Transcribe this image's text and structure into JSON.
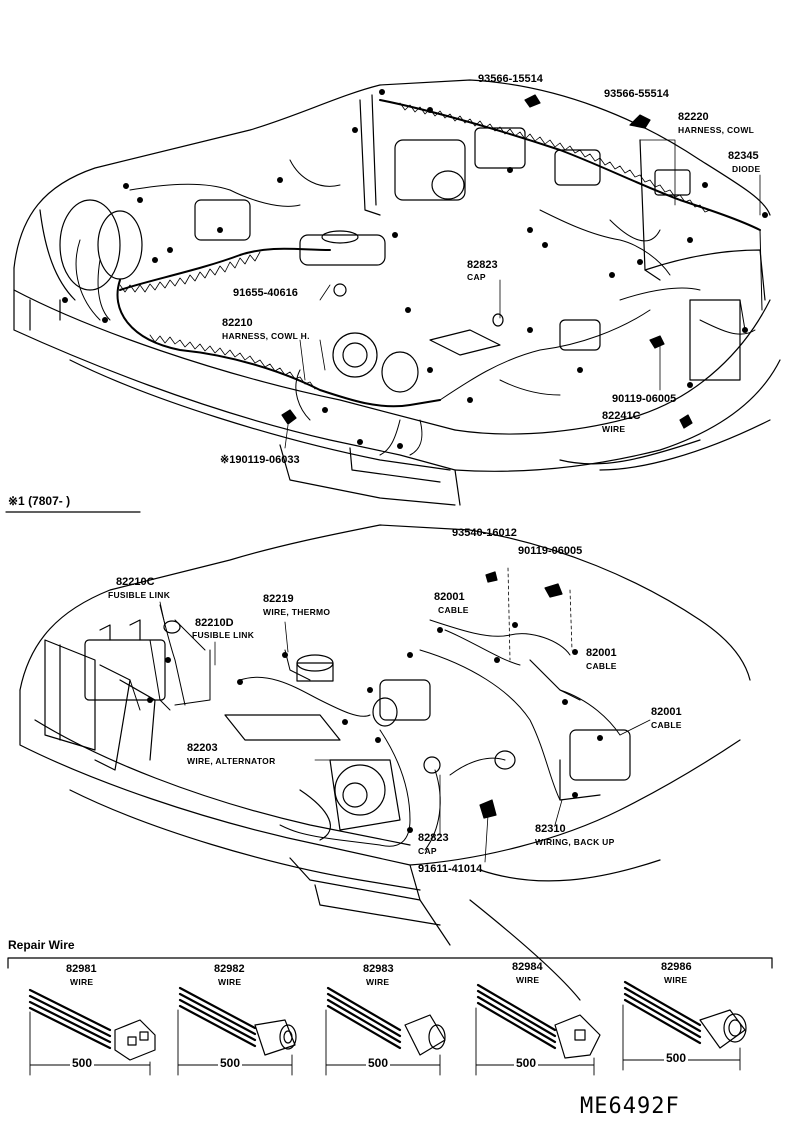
{
  "diagram_code": "ME6492F",
  "top_labels": [
    {
      "id": "p93566a",
      "num": "93566-15514",
      "sub": ""
    },
    {
      "id": "p93566b",
      "num": "93566-55514",
      "sub": ""
    },
    {
      "id": "p82220",
      "num": "82220",
      "sub": "HARNESS, COWL"
    },
    {
      "id": "p82345",
      "num": "82345",
      "sub": "DIODE"
    },
    {
      "id": "p82823a",
      "num": "82823",
      "sub": "CAP"
    },
    {
      "id": "p91655",
      "num": "91655-40616",
      "sub": ""
    },
    {
      "id": "p82210",
      "num": "82210",
      "sub": "HARNESS, COWL H."
    },
    {
      "id": "p90119a",
      "num": "90119-06005",
      "sub": ""
    },
    {
      "id": "p82241c",
      "num": "82241C",
      "sub": "WIRE"
    },
    {
      "id": "p90119b",
      "num": "※190119-06033",
      "sub": ""
    }
  ],
  "note": "※1 (7807-         )",
  "bottom_labels": [
    {
      "id": "p93540",
      "num": "93540-16012",
      "sub": ""
    },
    {
      "id": "p90119c",
      "num": "90119-06005",
      "sub": ""
    },
    {
      "id": "p82001a",
      "num": "82001",
      "sub": "CABLE"
    },
    {
      "id": "p82001b",
      "num": "82001",
      "sub": "CABLE"
    },
    {
      "id": "p82001c",
      "num": "82001",
      "sub": "CABLE"
    },
    {
      "id": "p82210c",
      "num": "82210C",
      "sub": "FUSIBLE LINK"
    },
    {
      "id": "p82210d",
      "num": "82210D",
      "sub": "FUSIBLE LINK"
    },
    {
      "id": "p82219",
      "num": "82219",
      "sub": "WIRE, THERMO"
    },
    {
      "id": "p82203",
      "num": "82203",
      "sub": "WIRE, ALTERNATOR"
    },
    {
      "id": "p82823b",
      "num": "82823",
      "sub": "CAP"
    },
    {
      "id": "p82310",
      "num": "82310",
      "sub": "WIRING, BACK UP"
    },
    {
      "id": "p91611",
      "num": "91611-41014",
      "sub": ""
    }
  ],
  "repair_title": "Repair Wire",
  "repair_wires": [
    {
      "num": "82981",
      "sub": "WIRE",
      "length": "500"
    },
    {
      "num": "82982",
      "sub": "WIRE",
      "length": "500"
    },
    {
      "num": "82983",
      "sub": "WIRE",
      "length": "500"
    },
    {
      "num": "82984",
      "sub": "WIRE",
      "length": "500"
    },
    {
      "num": "82986",
      "sub": "WIRE",
      "length": "500"
    }
  ]
}
